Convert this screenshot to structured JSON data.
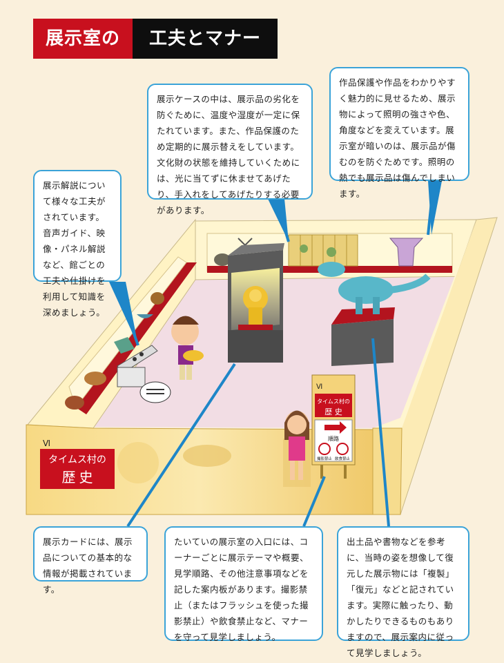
{
  "title": {
    "part1": "展示室の",
    "part2": "工夫とマナー"
  },
  "bubbles": {
    "case": "展示ケースの中は、展示品の劣化を防ぐために、温度や湿度が一定に保たれています。また、作品保護のため定期的に展示替えをしています。文化財の状態を維持していくためには、光に当てずに休ませてあげたり、手入れをしてあげたりする必要があります。",
    "lighting": "作品保護や作品をわかりやすく魅力的に見せるため、展示物によって照明の強さや色、角度などを変えています。展示室が暗いのは、展示品が傷むのを防ぐためです。照明の熱でも展示品は傷んでしまいます。",
    "commentary": "展示解説について様々な工夫がされています。音声ガイド、映像・パネル解説など、館ごとの工夫や仕掛けを利用して知識を深めましょう。",
    "card": "展示カードには、展示品についての基本的な情報が掲載されています。",
    "entrance": "たいていの展示室の入口には、コーナーごとに展示テーマや概要、見学順路、その他注意事項などを記した案内板があります。撮影禁止（またはフラッシュを使った撮影禁止）や飲食禁止など、マナーを守って見学しましょう。",
    "replica": "出土品や書物などを参考に、当時の姿を想像して復元した展示物には「複製」「復元」などと記されています。実際に触ったり、動かしたりできるものもありますので、展示案内に従って見学しましょう。"
  },
  "scene": {
    "panel_numeral": "Ⅵ",
    "panel_title_line1": "タイムス村の",
    "panel_title_line2": "歴 史",
    "sign_numeral": "Ⅵ",
    "sign_title_line1": "タイムス村の",
    "sign_title_line2": "歴 史",
    "sign_route": "順路",
    "sign_no_photo": "撮影禁止",
    "sign_no_food": "飲食禁止"
  },
  "colors": {
    "accent_red": "#c8101e",
    "bubble_border": "#3aa3d8",
    "pointer_blue": "#1e86c8",
    "wall": "#fff3c4",
    "floor": "#f2dde4"
  }
}
